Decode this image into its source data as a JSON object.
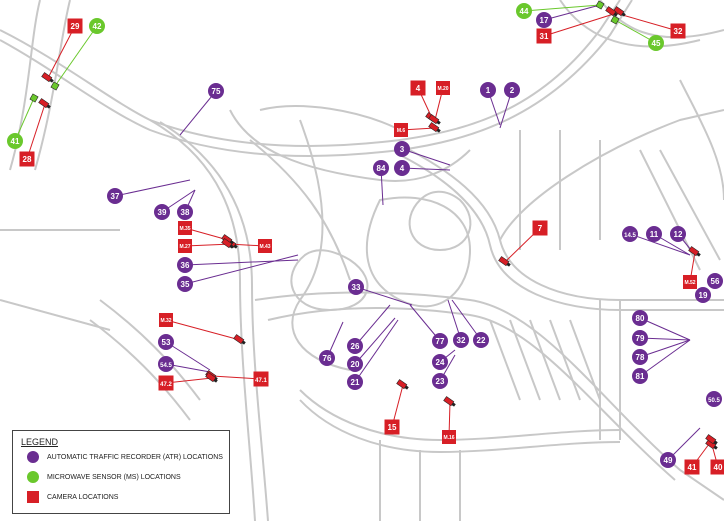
{
  "legend": {
    "title": "LEGEND",
    "items": [
      {
        "label": "AUTOMATIC TRAFFIC RECORDER (ATR) LOCATIONS",
        "color": "#6a2d91",
        "icon": "atr-circle-icon"
      },
      {
        "label": "MICROWAVE SENSOR (MS) LOCATIONS",
        "color": "#6ac82c",
        "icon": "ms-circle-icon"
      },
      {
        "label": "CAMERA LOCATIONS",
        "color": "#d71f26",
        "icon": "camera-square-icon"
      }
    ]
  },
  "atr_markers": [
    "1",
    "2",
    "3",
    "4",
    "17",
    "20",
    "21",
    "22",
    "23",
    "24",
    "26",
    "32",
    "33",
    "35",
    "36",
    "37",
    "38",
    "39",
    "49",
    "53",
    "54.5",
    "56",
    "75",
    "76",
    "77",
    "78",
    "79",
    "80",
    "81",
    "84",
    "11",
    "12",
    "14.5",
    "19",
    "50.5"
  ],
  "ms_markers": [
    "41",
    "42",
    "44",
    "45"
  ],
  "camera_markers": [
    "4",
    "7",
    "15",
    "28",
    "29",
    "31",
    "32",
    "40",
    "41",
    "47.1",
    "47.2",
    "M.6",
    "M.16",
    "M.20",
    "M.27",
    "M.32",
    "M.35",
    "M.43",
    "M.52"
  ]
}
